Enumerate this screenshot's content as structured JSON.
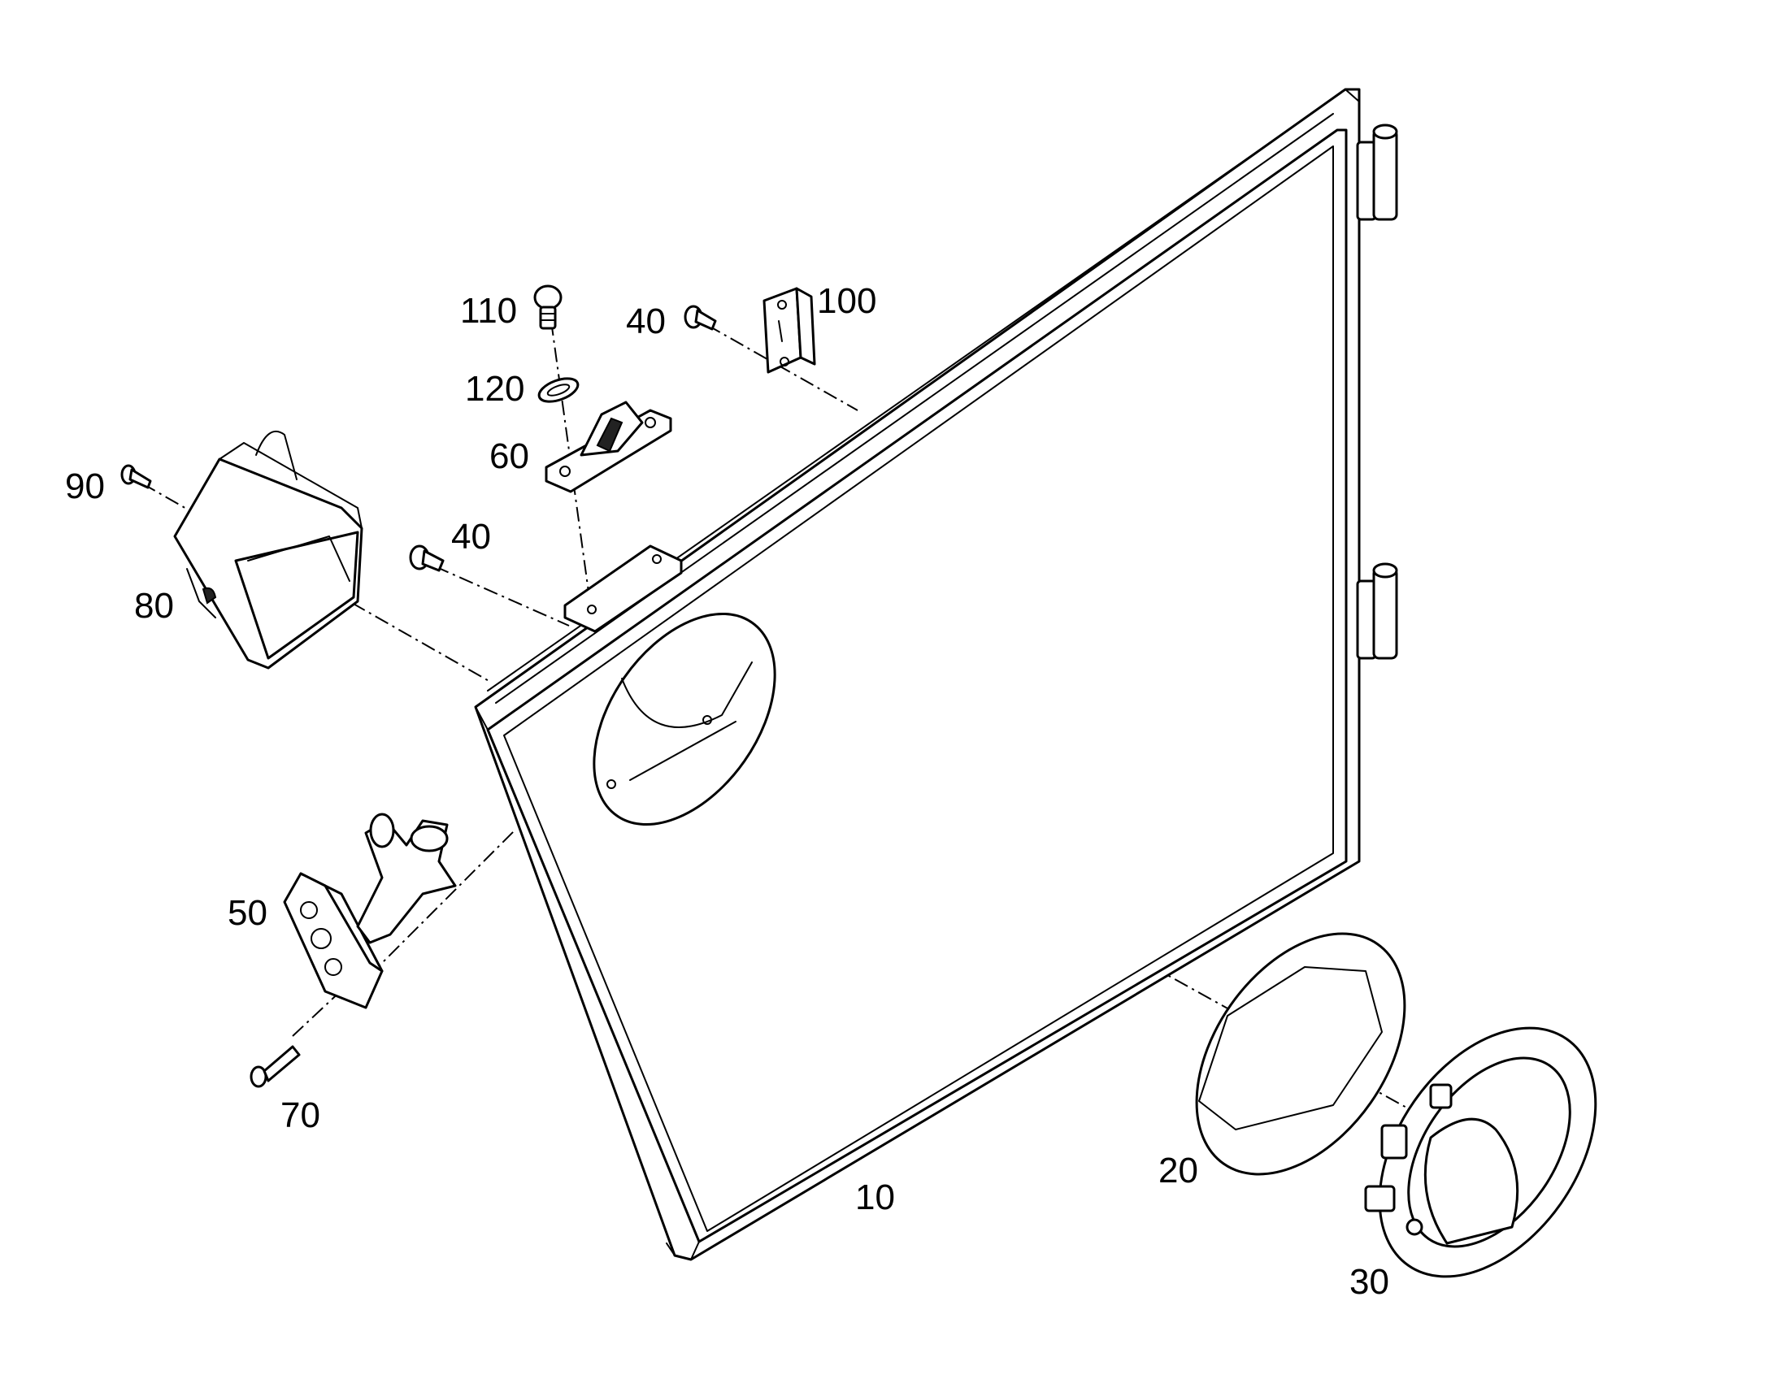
{
  "diagram": {
    "callouts": {
      "c10": "10",
      "c20": "20",
      "c30": "30",
      "c40a": "40",
      "c40b": "40",
      "c50": "50",
      "c60": "60",
      "c70": "70",
      "c80": "80",
      "c90": "90",
      "c100": "100",
      "c110": "110",
      "c120": "120"
    }
  }
}
